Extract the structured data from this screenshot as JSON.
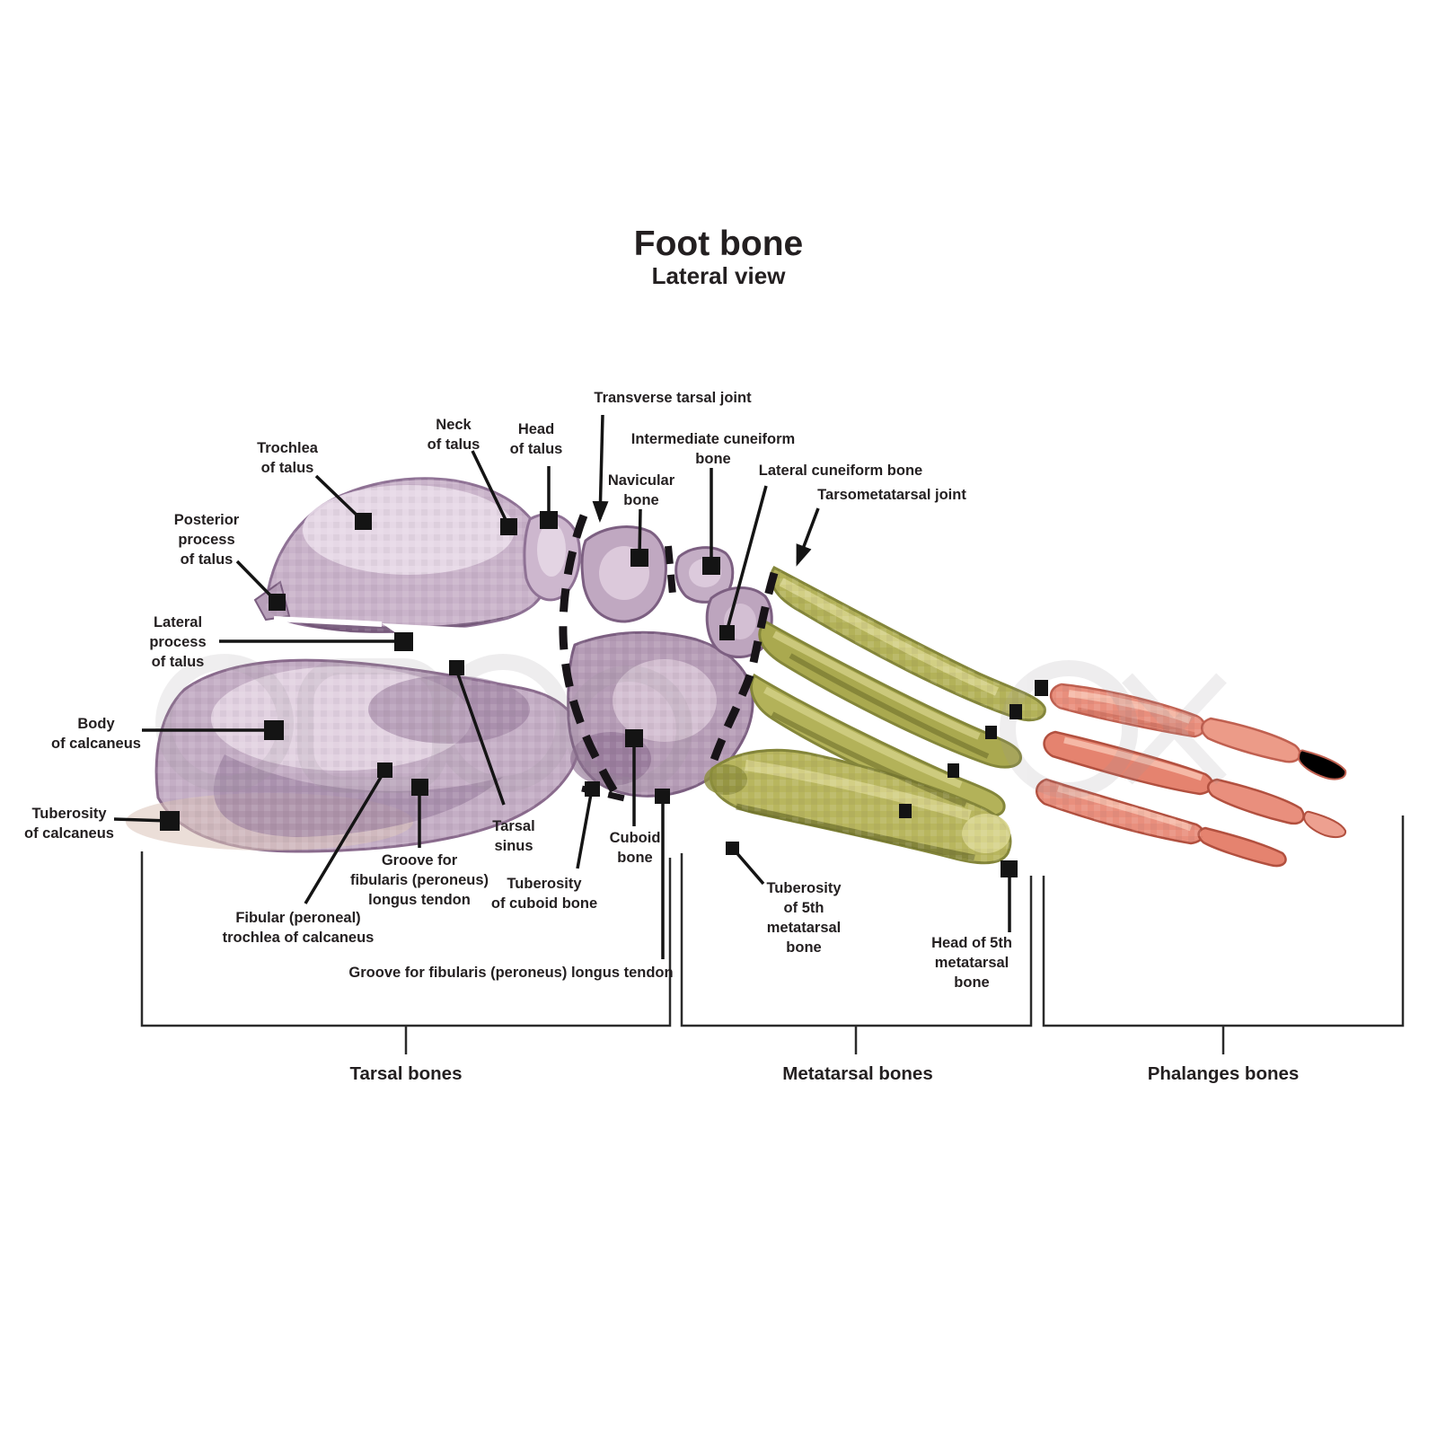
{
  "title": "Foot bone",
  "subtitle": "Lateral view",
  "labels": {
    "trochlea_of_talus": "Trochlea\nof talus",
    "posterior_process_of_talus": "Posterior\nprocess\nof talus",
    "lateral_process_of_talus": "Lateral\nprocess\nof talus",
    "body_of_calcaneus": "Body\nof calcaneus",
    "tuberosity_of_calcaneus": "Tuberosity\nof calcaneus",
    "neck_of_talus": "Neck\nof talus",
    "head_of_talus": "Head\nof talus",
    "transverse_tarsal_joint": "Transverse tarsal joint",
    "intermediate_cuneiform_bone": "Intermediate cuneiform\nbone",
    "navicular_bone": "Navicular\nbone",
    "lateral_cuneiform_bone": "Lateral cuneiform bone",
    "tarsometatarsal_joint": "Tarsometatarsal joint",
    "tarsal_sinus": "Tarsal\nsinus",
    "groove_for_fibularis_left": "Groove for\nfibularis (peroneus)\nlongus tendon",
    "fibular_trochlea_of_calcaneus": "Fibular (peroneal)\ntrochlea of calcaneus",
    "tuberosity_of_cuboid_bone": "Tuberosity\nof cuboid bone",
    "cuboid_bone": "Cuboid\nbone",
    "groove_for_fibularis_bottom": "Groove for fibularis (peroneus) longus tendon",
    "tuberosity_of_5th_metatarsal": "Tuberosity\nof 5th\nmetatarsal\nbone",
    "head_of_5th_metatarsal": "Head of 5th\nmetatarsal\nbone"
  },
  "groups": {
    "tarsal": "Tarsal bones",
    "metatarsal": "Metatarsal bones",
    "phalanges": "Phalanges bones"
  },
  "colors": {
    "tarsal_base": "#c4aec5",
    "tarsal_light": "#e9dcea",
    "tarsal_dark": "#7c5f81",
    "metatarsal_base": "#b3b259",
    "metatarsal_light": "#d9d68f",
    "metatarsal_dark": "#6e702c",
    "phalanges_base": "#e98f7d",
    "phalanges_light": "#f6beac",
    "phalanges_dark": "#b2503f",
    "line_color": "#141414",
    "text_color": "#231f20"
  }
}
